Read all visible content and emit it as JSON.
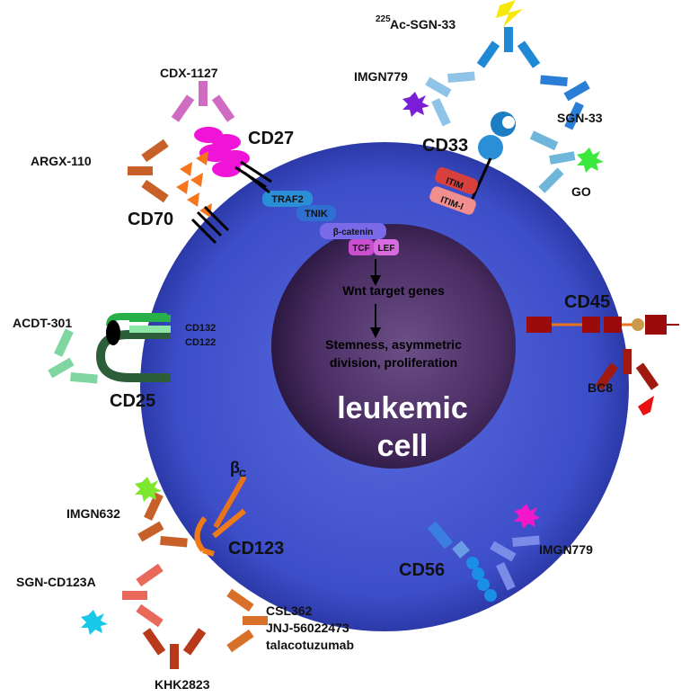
{
  "cell": {
    "title_line1": "leukemic",
    "title_line2": "cell",
    "nucleus_text1": "Wnt target genes",
    "nucleus_text2": "Stemness, asymmetric",
    "nucleus_text3": "division, proliferation"
  },
  "receptors": {
    "cd27": "CD27",
    "cd70": "CD70",
    "cd33": "CD33",
    "cd45": "CD45",
    "cd25": "CD25",
    "cd132": "CD132",
    "cd122": "CD122",
    "cd123": "CD123",
    "cd56": "CD56",
    "beta_c_base": "β",
    "beta_c_sub": "C"
  },
  "signaling": {
    "traf2": "TRAF2",
    "tnik": "TNIK",
    "beta_catenin": "β-catenin",
    "tcf": "TCF",
    "lef": "LEF",
    "itim": "ITIM",
    "itim_l": "ITIM-l"
  },
  "drugs": {
    "ac_sgn33_sup": "225",
    "ac_sgn33": "Ac-SGN-33",
    "imgn779_top": "IMGN779",
    "sgn33": "SGN-33",
    "go": "GO",
    "cdx1127": "CDX-1127",
    "argx110": "ARGX-110",
    "acdt301": "ACDT-301",
    "bc8": "BC8",
    "imgn632": "IMGN632",
    "sgn_cd123a": "SGN-CD123A",
    "csl362": "CSL362",
    "jnj": "JNJ-56022473",
    "talacotuzumab": "talacotuzumab",
    "khk2823": "KHK2823",
    "imgn779_bottom": "IMGN779"
  },
  "colors": {
    "cell_outer": "#3d4ec9",
    "nucleus": "#4a2d63",
    "cd27_pink": "#f013d8",
    "cd70_orange": "#f5761c",
    "cd33_blue": "#1a8fd6",
    "cd45_darkred": "#9b0b0b",
    "cd25_green": "#2f9e58",
    "cd123_orange": "#f07a18",
    "cd56_blue": "#3a7fe0"
  }
}
